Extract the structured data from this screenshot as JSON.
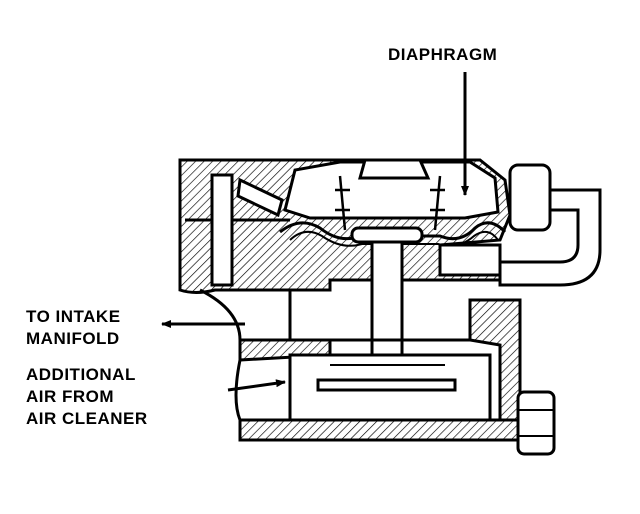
{
  "labels": {
    "diaphragm": "DIAPHRAGM",
    "intake_line1": "TO INTAKE",
    "intake_line2": "MANIFOLD",
    "air_line1": "ADDITIONAL",
    "air_line2": "AIR FROM",
    "air_line3": "AIR CLEANER"
  },
  "colors": {
    "ink": "#000000",
    "paper": "#ffffff"
  }
}
